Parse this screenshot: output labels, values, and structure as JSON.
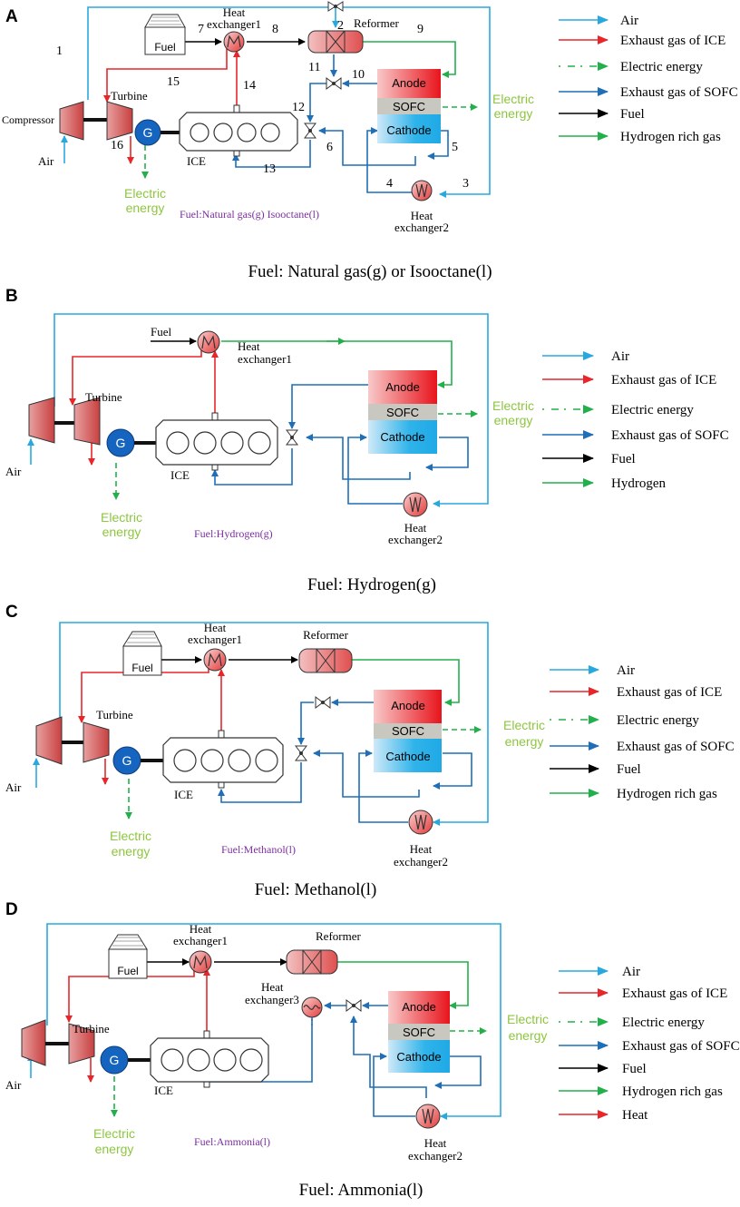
{
  "panels": {
    "a": {
      "letter": "A",
      "caption": "Fuel: Natural gas(g) or Isooctane(l)",
      "fuel_tank": "Fuel",
      "heat_exchanger1": [
        "Heat",
        "exchanger1"
      ],
      "reformer": "Reformer",
      "turbine": "Turbine",
      "compressor": "Compressor",
      "air": "Air",
      "generator": "G",
      "ice": "ICE",
      "electric_energy_left": [
        "Electric",
        "energy"
      ],
      "electric_energy_right": [
        "Electric",
        "energy"
      ],
      "anode": "Anode",
      "sofc": "SOFC",
      "cathode": "Cathode",
      "heat_exchanger2": [
        "Heat",
        "exchanger2"
      ],
      "fuel_note": "Fuel:Natural gas(g)    Isooctane(l)",
      "stream_numbers": [
        "1",
        "2",
        "3",
        "4",
        "5",
        "6",
        "7",
        "8",
        "9",
        "10",
        "11",
        "12",
        "13",
        "14",
        "15",
        "16"
      ],
      "legend": [
        "Air",
        "Exhaust gas of ICE",
        "Electric energy",
        "Exhaust gas of SOFC",
        "Fuel",
        "Hydrogen rich gas"
      ]
    },
    "b": {
      "letter": "B",
      "caption": "Fuel: Hydrogen(g)",
      "fuel": "Fuel",
      "heat_exchanger1": [
        "Heat",
        "exchanger1"
      ],
      "turbine": "Turbine",
      "air": "Air",
      "generator": "G",
      "ice": "ICE",
      "electric_energy_left": [
        "Electric",
        "energy"
      ],
      "electric_energy_right": [
        "Electric",
        "energy"
      ],
      "anode": "Anode",
      "sofc": "SOFC",
      "cathode": "Cathode",
      "heat_exchanger2": [
        "Heat",
        "exchanger2"
      ],
      "fuel_note": "Fuel:Hydrogen(g)",
      "legend": [
        "Air",
        "Exhaust gas of ICE",
        "Electric energy",
        "Exhaust gas of SOFC",
        "Fuel",
        "Hydrogen"
      ]
    },
    "c": {
      "letter": "C",
      "caption": "Fuel: Methanol(l)",
      "fuel_tank": "Fuel",
      "heat_exchanger1": [
        "Heat",
        "exchanger1"
      ],
      "reformer": "Reformer",
      "turbine": "Turbine",
      "air": "Air",
      "generator": "G",
      "ice": "ICE",
      "electric_energy_left": [
        "Electric",
        "energy"
      ],
      "electric_energy_right": [
        "Electric",
        "energy"
      ],
      "anode": "Anode",
      "sofc": "SOFC",
      "cathode": "Cathode",
      "heat_exchanger2": [
        "Heat",
        "exchanger2"
      ],
      "fuel_note": "Fuel:Methanol(l)",
      "legend": [
        "Air",
        "Exhaust gas of ICE",
        "Electric energy",
        "Exhaust gas of SOFC",
        "Fuel",
        "Hydrogen rich gas"
      ]
    },
    "d": {
      "letter": "D",
      "caption": "Fuel: Ammonia(l)",
      "fuel_tank": "Fuel",
      "heat_exchanger1": [
        "Heat",
        "exchanger1"
      ],
      "heat_exchanger3": [
        "Heat",
        "exchanger3"
      ],
      "reformer": "Reformer",
      "turbine": "Turbine",
      "air": "Air",
      "generator": "G",
      "ice": "ICE",
      "electric_energy_left": [
        "Electric",
        "energy"
      ],
      "electric_energy_right": [
        "Electric",
        "energy"
      ],
      "anode": "Anode",
      "sofc": "SOFC",
      "cathode": "Cathode",
      "heat_exchanger2": [
        "Heat",
        "exchanger2"
      ],
      "fuel_note": "Fuel:Ammonia(l)",
      "legend": [
        "Air",
        "Exhaust gas of ICE",
        "Electric energy",
        "Exhaust gas of SOFC",
        "Fuel",
        "Hydrogen rich gas",
        "Heat"
      ]
    }
  },
  "colors": {
    "air": "#29a8e0",
    "ice_exhaust": "#e8262a",
    "electric": "#22b04b",
    "sofc_exhaust": "#1f6fb8",
    "fuel": "#000000",
    "hydrogen": "#22b04b",
    "heat": "#e8262a",
    "label_green": "#8dc63f",
    "label_purple": "#7b2fa0"
  },
  "icons": [
    "compressor-icon",
    "turbine-icon",
    "generator-icon",
    "engine-icon",
    "heat-exchanger-icon",
    "reformer-icon",
    "valve-icon",
    "fuel-tank-icon"
  ]
}
